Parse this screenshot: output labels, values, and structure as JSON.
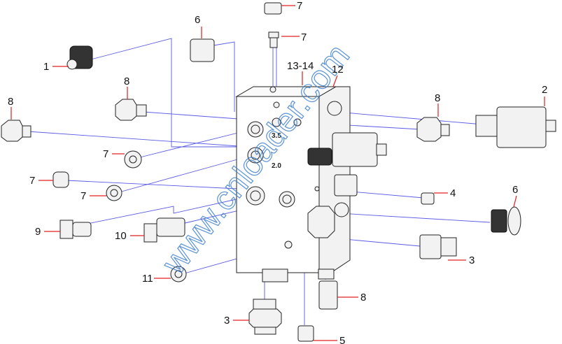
{
  "diagram": {
    "type": "exploded-parts-view",
    "watermark": "www.cnloader.com",
    "port_marks": [
      "3.5",
      "2.0"
    ],
    "labels": {
      "l7a": "7",
      "l7b": "7",
      "l6a": "6",
      "l1": "1",
      "l13_14": "13-14",
      "l12": "12",
      "l2": "2",
      "l8a": "8",
      "l8b": "8",
      "l8c": "8",
      "l7c": "7",
      "l7d": "7",
      "l7e": "7",
      "l4": "4",
      "l6b": "6",
      "l9": "9",
      "l10": "10",
      "l3a": "3",
      "l11": "11",
      "l8d": "8",
      "l3b": "3",
      "l5": "5"
    },
    "colors": {
      "leader": "#5a5ae6",
      "label_tick": "#e02020",
      "watermark": "#3d7fd0"
    }
  }
}
